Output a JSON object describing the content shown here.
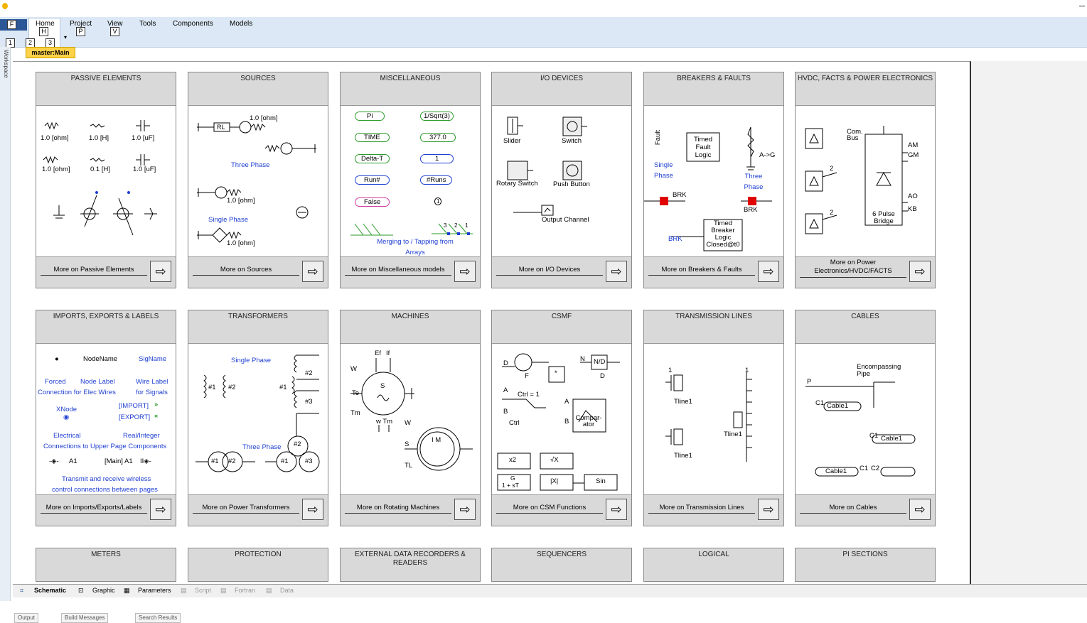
{
  "ribbon": {
    "file_keytip": "F",
    "tabs": [
      {
        "label": "Home",
        "keytip": "H"
      },
      {
        "label": "Project",
        "keytip": "P"
      },
      {
        "label": "View",
        "keytip": "V"
      },
      {
        "label": "Tools"
      },
      {
        "label": "Components"
      },
      {
        "label": "Models"
      }
    ],
    "quick_keytips": [
      "1",
      "2",
      "3"
    ]
  },
  "document_tab": "master:Main",
  "side_panel_label": "Workspace",
  "sections": {
    "passive": {
      "title": "PASSIVE ELEMENTS",
      "labels": [
        "1.0 [ohm]",
        "1.0 [H]",
        "1.0 [uF]",
        "1.0 [ohm]",
        "0.1 [H]",
        "1.0 [uF]"
      ],
      "footer": "More on Passive Elements"
    },
    "sources": {
      "title": "SOURCES",
      "labels": [
        "RL",
        "1.0 [ohm]",
        "Three Phase",
        "1.0 [ohm]",
        "Single Phase",
        "1.0 [ohm]"
      ],
      "footer": "More on Sources"
    },
    "misc": {
      "title": "MISCELLANEOUS",
      "tags_left": [
        "Pi",
        "TIME",
        "Delta-T",
        "Run#",
        "False"
      ],
      "tags_right": [
        "1/Sqrt(3)",
        "377.0",
        "1",
        "#Runs",
        "1"
      ],
      "merge_nums": [
        "3",
        "2",
        "1"
      ],
      "merge_label": "Merging to / Tapping from Arrays",
      "footer": "More on Miscellaneous models"
    },
    "io": {
      "title": "I/O DEVICES",
      "labels": [
        "Slider",
        "Switch",
        "Rotary Switch",
        "Push Button",
        "Output Channel"
      ],
      "footer": "More on I/O Devices"
    },
    "breakers": {
      "title": "BREAKERS & FAULTS",
      "fault": "Fault",
      "timed_fault": "Timed Fault Logic",
      "ag": "A->G",
      "single_phase": "Single Phase",
      "three_phase": "Three Phase",
      "brk": "BRK",
      "brk_label2": "BRK",
      "timed_breaker": "Timed Breaker Logic Closed@t0",
      "brk3": "BRK",
      "footer": "More on Breakers & Faults"
    },
    "hvdc": {
      "title": "HVDC, FACTS & POWER ELECTRONICS",
      "labels": [
        "Com. Bus",
        "AM",
        "GM",
        "2",
        "AO",
        "KB",
        "2",
        "6 Pulse Bridge"
      ],
      "footer": "More on Power Electronics/HVDC/FACTS"
    },
    "imports": {
      "title": "IMPORTS, EXPORTS & LABELS",
      "node_name": "NodeName",
      "sig_name": "SigName",
      "forced": "Forced",
      "node_label": "Node Label",
      "wire_label": "Wire Label",
      "conn_elec": "Connection for Elec Wires",
      "for_signals": "for Signals",
      "xnode": "XNode",
      "import": "[IMPORT]",
      "export": "[EXPORT]",
      "electrical": "Electrical",
      "real_integer": "Real/Integer",
      "connections_upper": "Connections to Upper Page Components",
      "a1": "A1",
      "main_a1": "[Main] A1",
      "transmit": "Transmit and receive wireless",
      "control": "control connections between pages",
      "footer": "More on Imports/Exports/Labels"
    },
    "transformers": {
      "title": "TRANSFORMERS",
      "single_phase": "Single Phase",
      "three_phase": "Three Phase",
      "windings": [
        "#1",
        "#2",
        "#1",
        "#2",
        "#3",
        "#1",
        "#2",
        "#1",
        "#2",
        "#3"
      ],
      "footer": "More on Power Transformers"
    },
    "machines": {
      "title": "MACHINES",
      "labels": [
        "Ef",
        "If",
        "W",
        "S",
        "Te",
        "Tm",
        "w Tm",
        "W",
        "S",
        "I M",
        "TL"
      ],
      "footer": "More on Rotating Machines"
    },
    "csmf": {
      "title": "CSMF",
      "labels": [
        "D",
        "F",
        "*",
        "N",
        "N/D",
        "D",
        "A",
        "Ctrl = 1",
        "B",
        "Ctrl",
        "A",
        "B",
        "Compar-ator",
        "x2",
        "√X",
        "G",
        "1 + sT",
        "|X|",
        "Sin"
      ],
      "footer": "More on CSM Functions"
    },
    "tlines": {
      "title": "TRANSMISSION LINES",
      "labels": [
        "1",
        "Tline1",
        "Tline1",
        "1",
        "Tline1"
      ],
      "footer": "More on Transmission Lines"
    },
    "cables": {
      "title": "CABLES",
      "labels": [
        "Encompassing Pipe",
        "P",
        "C1",
        "Cable1",
        "C1",
        "Cable1",
        "Cable1",
        "C1",
        "C2"
      ],
      "footer": "More on Cables"
    },
    "row3": [
      "METERS",
      "PROTECTION",
      "EXTERNAL DATA RECORDERS & READERS",
      "SEQUENCERS",
      "LOGICAL",
      "PI SECTIONS"
    ]
  },
  "sheet_tabs": [
    "Schematic",
    "Graphic",
    "Parameters",
    "Script",
    "Fortran",
    "Data"
  ],
  "bottom_buttons": [
    "Output",
    "Build Messages",
    "Search Results"
  ],
  "colors": {
    "ribbon": "#dce8f5",
    "file": "#2b5797",
    "doc_tab": "#ffd24a",
    "breaker_red": "#e00000",
    "label_blue": "#1f3fd1"
  }
}
